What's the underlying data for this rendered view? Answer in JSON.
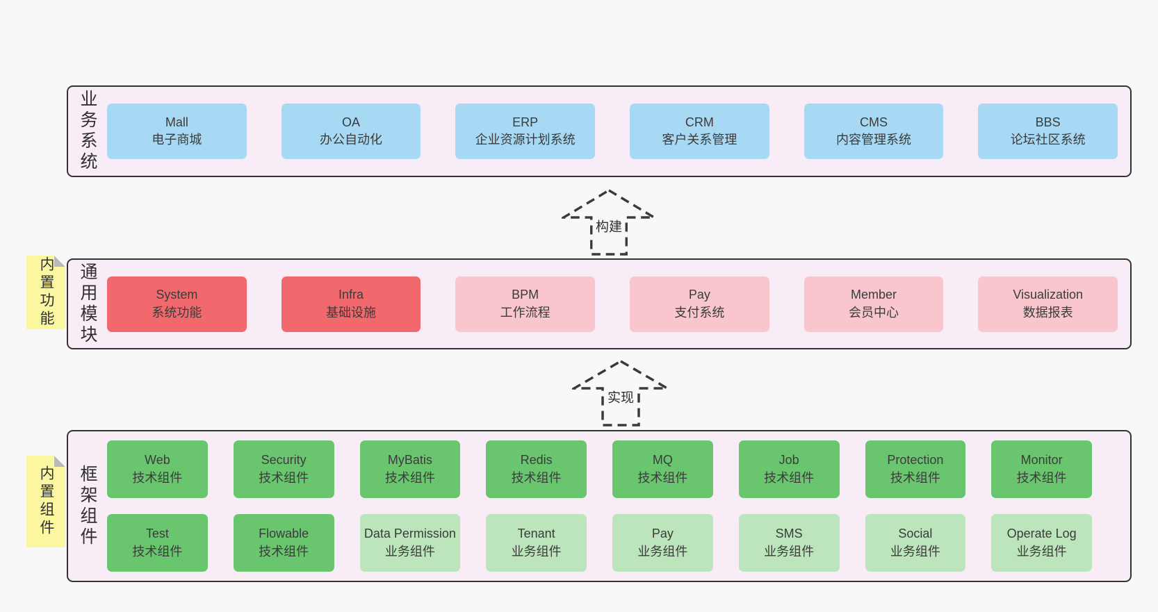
{
  "colors": {
    "page-bg": "#f8f8f8",
    "band-bg": "#f8edf6",
    "band-border": "#333333",
    "text": "#3b3b3b",
    "blue": "#a7d9f4",
    "red": "#f2696d",
    "pink": "#f9c6ce",
    "green": "#6ac56f",
    "lightgreen": "#bce5bb",
    "sticky-bg": "#faf7a0",
    "sticky-fold": "#b9b9b9"
  },
  "bands": [
    {
      "label": "业务系统",
      "rows": [
        [
          {
            "name": "Mall",
            "desc": "电子商城",
            "variant": "blue"
          },
          {
            "name": "OA",
            "desc": "办公自动化",
            "variant": "blue"
          },
          {
            "name": "ERP",
            "desc": "企业资源计划系统",
            "variant": "blue"
          },
          {
            "name": "CRM",
            "desc": "客户关系管理",
            "variant": "blue"
          },
          {
            "name": "CMS",
            "desc": "内容管理系统",
            "variant": "blue"
          },
          {
            "name": "BBS",
            "desc": "论坛社区系统",
            "variant": "blue"
          }
        ]
      ]
    },
    {
      "label": "通用模块",
      "sticky": "内置功能",
      "rows": [
        [
          {
            "name": "System",
            "desc": "系统功能",
            "variant": "red"
          },
          {
            "name": "Infra",
            "desc": "基础设施",
            "variant": "red"
          },
          {
            "name": "BPM",
            "desc": "工作流程",
            "variant": "pink"
          },
          {
            "name": "Pay",
            "desc": "支付系统",
            "variant": "pink"
          },
          {
            "name": "Member",
            "desc": "会员中心",
            "variant": "pink"
          },
          {
            "name": "Visualization",
            "desc": "数据报表",
            "variant": "pink"
          }
        ]
      ]
    },
    {
      "label": "框架组件",
      "sticky": "内置组件",
      "rows": [
        [
          {
            "name": "Web",
            "desc": "技术组件",
            "variant": "green"
          },
          {
            "name": "Security",
            "desc": "技术组件",
            "variant": "green"
          },
          {
            "name": "MyBatis",
            "desc": "技术组件",
            "variant": "green"
          },
          {
            "name": "Redis",
            "desc": "技术组件",
            "variant": "green"
          },
          {
            "name": "MQ",
            "desc": "技术组件",
            "variant": "green"
          },
          {
            "name": "Job",
            "desc": "技术组件",
            "variant": "green"
          },
          {
            "name": "Protection",
            "desc": "技术组件",
            "variant": "green"
          },
          {
            "name": "Monitor",
            "desc": "技术组件",
            "variant": "green"
          }
        ],
        [
          {
            "name": "Test",
            "desc": "技术组件",
            "variant": "green"
          },
          {
            "name": "Flowable",
            "desc": "技术组件",
            "variant": "green"
          },
          {
            "name": "Data Permission",
            "desc": "业务组件",
            "variant": "lightgreen"
          },
          {
            "name": "Tenant",
            "desc": "业务组件",
            "variant": "lightgreen"
          },
          {
            "name": "Pay",
            "desc": "业务组件",
            "variant": "lightgreen"
          },
          {
            "name": "SMS",
            "desc": "业务组件",
            "variant": "lightgreen"
          },
          {
            "name": "Social",
            "desc": "业务组件",
            "variant": "lightgreen"
          },
          {
            "name": "Operate Log",
            "desc": "业务组件",
            "variant": "lightgreen"
          }
        ]
      ]
    }
  ],
  "arrows": [
    {
      "label": "构建"
    },
    {
      "label": "实现"
    }
  ]
}
